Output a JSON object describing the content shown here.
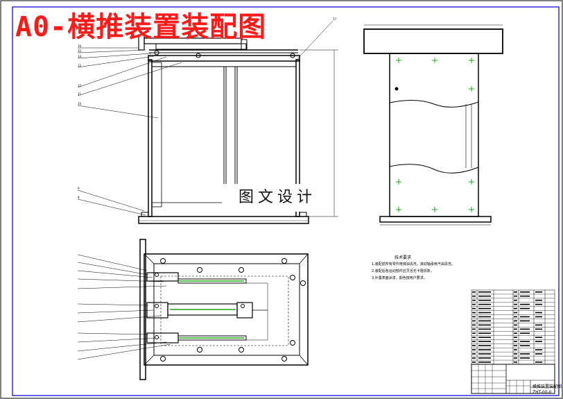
{
  "title": "A0-横推装置装配图",
  "watermark": "图文设计",
  "technical_requirements": {
    "title": "技术要求",
    "lines": [
      "1.装配前所有零件用煤油清洗，滚动轴承用汽油清洗。",
      "2.装配后各运动部件应灵活无卡阻现象。",
      "3.外露表面涂漆，颜色按用户要求。"
    ]
  },
  "title_block": {
    "drawing_name": "横推装置装配图",
    "drawing_code": "ZHT-00-0"
  }
}
